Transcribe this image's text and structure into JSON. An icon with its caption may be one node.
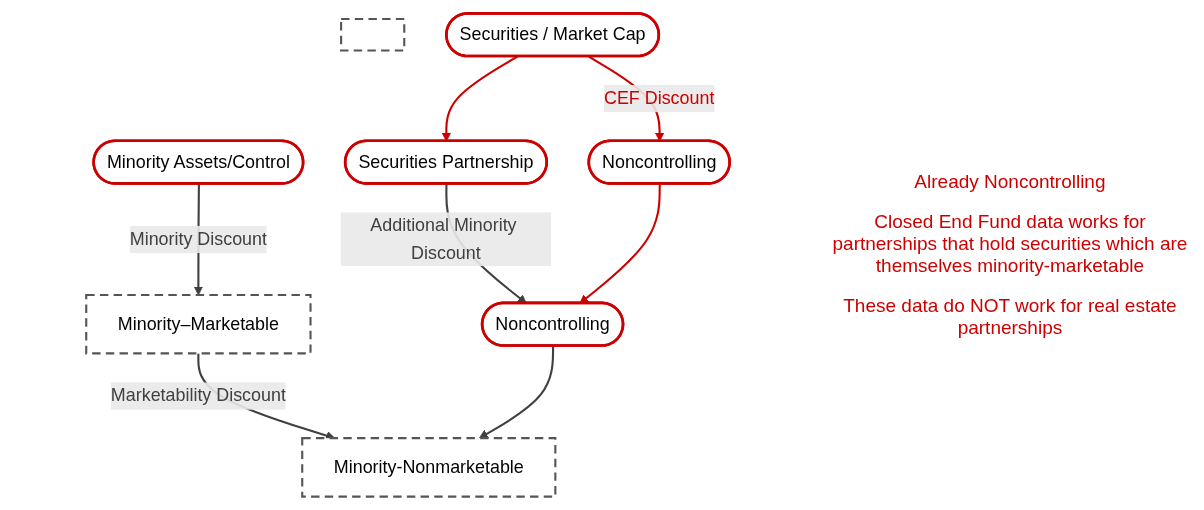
{
  "diagram": {
    "nodes": [
      {
        "text": [],
        "shape": "box"
      },
      {
        "text": [
          "Minority Assets/Control"
        ]
      },
      {
        "text": [
          "Securities / Market Cap"
        ]
      },
      {
        "text": [
          "Securities Partnership"
        ]
      },
      {
        "text": [
          "Minority–Marketable"
        ]
      },
      {
        "text": [
          "Noncontrolling"
        ]
      },
      {
        "text": [
          "Noncontrolling"
        ]
      },
      {
        "text": [
          "Minority-Nonmarketable"
        ]
      }
    ],
    "edges": [
      {
        "from": 1,
        "to": 4,
        "arrow": "to",
        "label": "Minority Discount"
      },
      {
        "from": 2,
        "to": 3,
        "arrow": "to",
        "color": "#cc0000"
      },
      {
        "from": 2,
        "to": 5,
        "arrow": "to",
        "label": "CEF Discount",
        "color": "#cc0000"
      },
      {
        "from": 3,
        "to": 6,
        "arrow": "to",
        "label": "Additional Minority Discount"
      },
      {
        "from": 5,
        "to": 6,
        "arrow": "to",
        "color": "#cc0000"
      },
      {
        "from": 4,
        "to": 7,
        "arrow": "to",
        "label": "Marketability Discount"
      },
      {
        "from": 6,
        "to": 7,
        "arrow": "to"
      }
    ],
    "labels": [
      "Already Noncontrolling",
      "Closed End Fund data works for partnerships that hold securities which are themselves minority-marketable",
      "These data do NOT work for real estate partnerships"
    ]
  }
}
